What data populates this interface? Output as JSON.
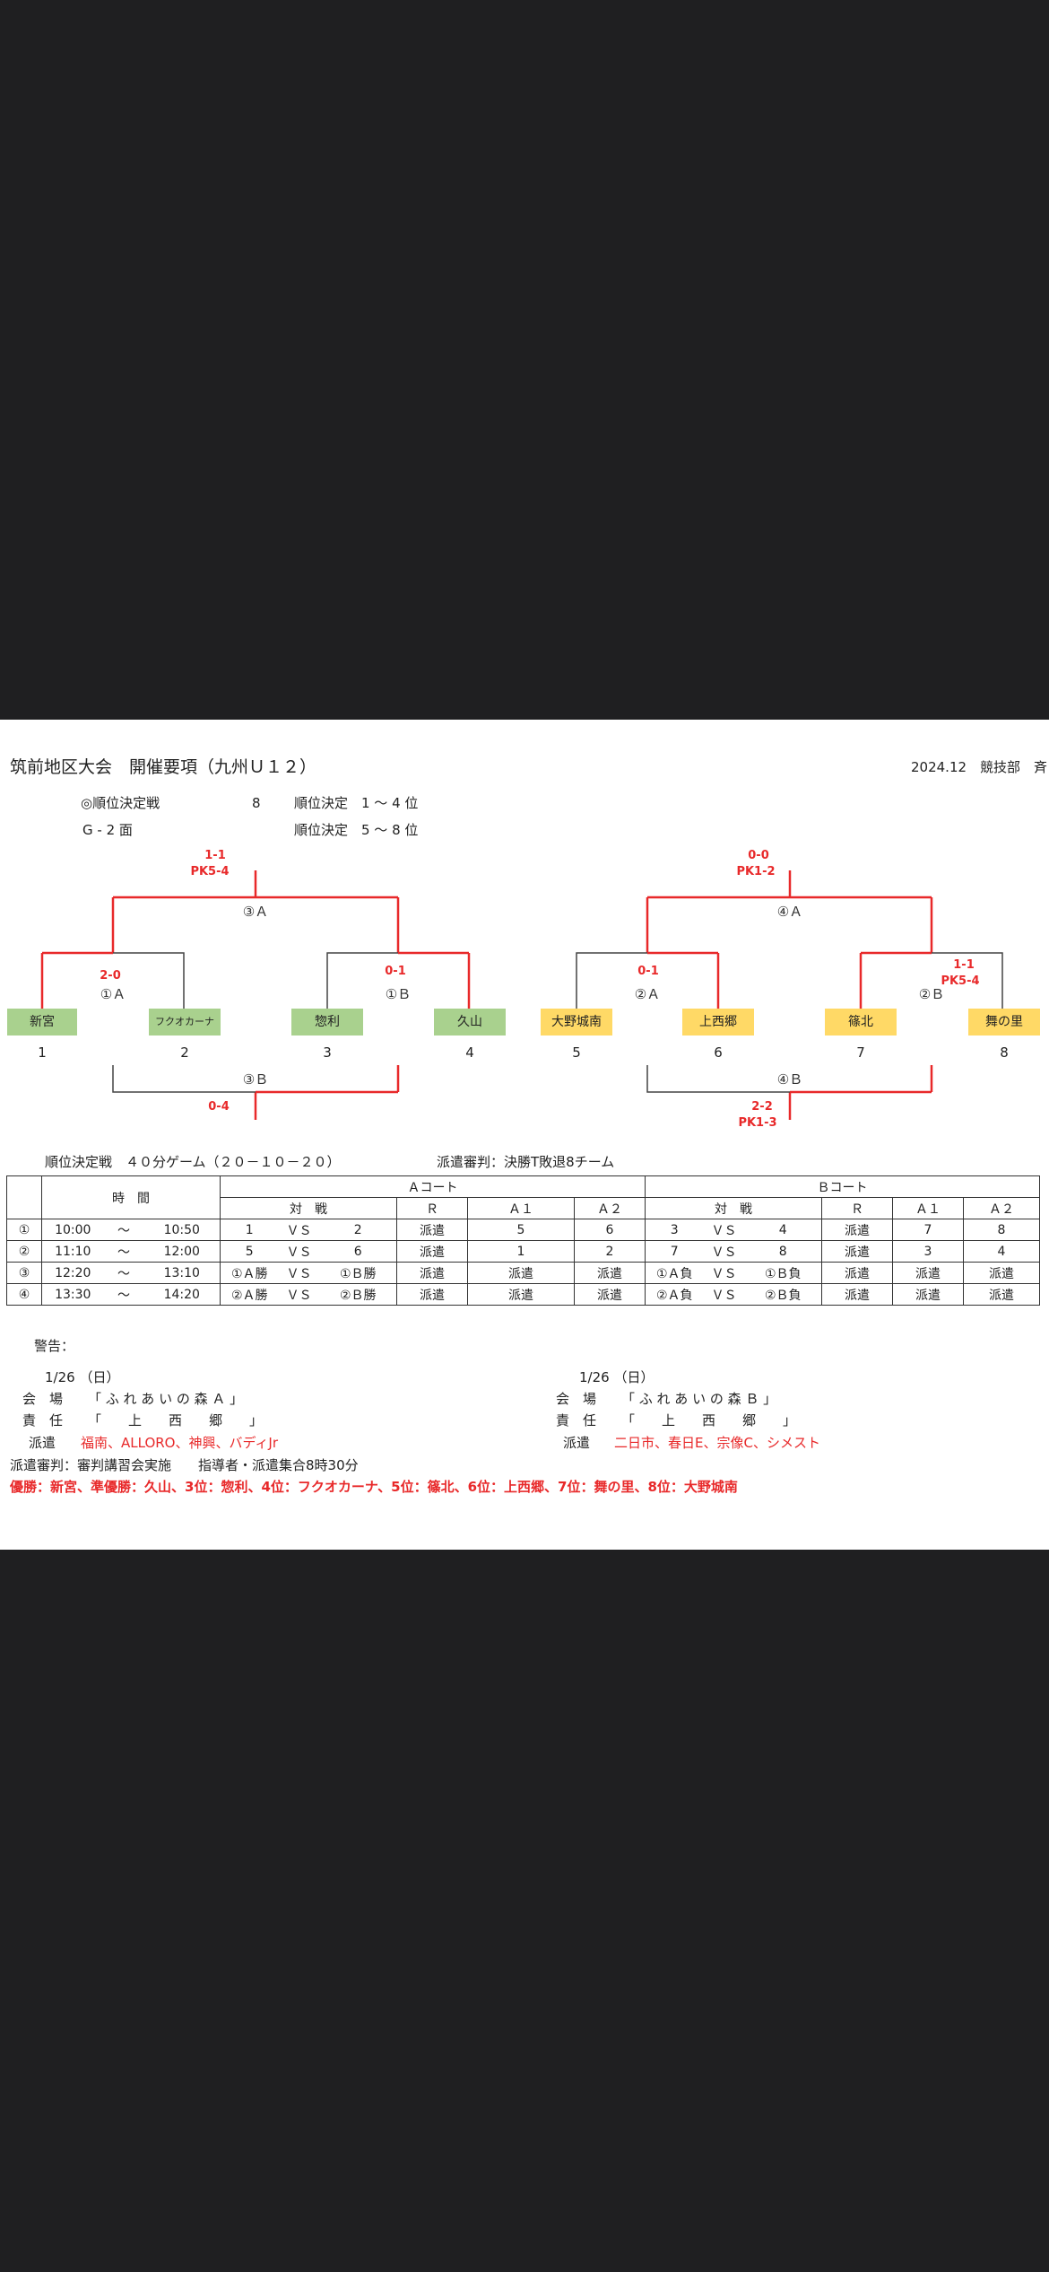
{
  "header": {
    "title": "筑前地区大会　開催要項（九州Ｕ１２）",
    "date_org": "2024.12　競技部　斉",
    "line1_label": "◎順位決定戦",
    "line1_count": "8",
    "line1_desc": "順位決定　1 〜 4 位",
    "line2_label": "G - 2 面",
    "line2_desc": "順位決定　5 〜 8 位"
  },
  "bracket": {
    "teams": [
      {
        "name": "新宮",
        "num": "1",
        "color": "#a9d18e"
      },
      {
        "name": "フクオカーナ",
        "num": "2",
        "color": "#a9d18e"
      },
      {
        "name": "惣利",
        "num": "3",
        "color": "#a9d18e"
      },
      {
        "name": "久山",
        "num": "4",
        "color": "#a9d18e"
      },
      {
        "name": "大野城南",
        "num": "5",
        "color": "#ffd966"
      },
      {
        "name": "上西郷",
        "num": "6",
        "color": "#ffd966"
      },
      {
        "name": "篠北",
        "num": "7",
        "color": "#ffd966"
      },
      {
        "name": "舞の里",
        "num": "8",
        "color": "#ffd966"
      }
    ],
    "labels": {
      "m1a": "①Ａ",
      "m1b": "①Ｂ",
      "m2a": "②Ａ",
      "m2b": "②Ｂ",
      "m3a": "③Ａ",
      "m3b": "③Ｂ",
      "m4a": "④Ａ",
      "m4b": "④Ｂ"
    },
    "scores": {
      "m3a_1": "1-1",
      "m3a_2": "PK5-4",
      "m4a": "0-0",
      "m4a_pk": "PK1-2",
      "m1a": "2-0",
      "m1b": "0-1",
      "m2a": "0-1",
      "m2b_1": "1-1",
      "m2b_2": "PK5-4",
      "m3b": "0-4",
      "m4b": "2-2",
      "m4b_pk": "PK1-3"
    },
    "accent_color": "#e8292a"
  },
  "schedule_info": {
    "game_format": "順位決定戦　４０分ゲーム（２０－１０－２０）",
    "referee": "派遣審判：決勝T敗退8チーム"
  },
  "table": {
    "time_header": "時　間",
    "court_a": "Ａコート",
    "court_b": "Ｂコート",
    "match_header": "対　戦",
    "r": "Ｒ",
    "a1": "Ａ１",
    "a2": "Ａ２",
    "rows": [
      {
        "no": "①",
        "start": "10:00",
        "tilde": "〜",
        "end": "10:50",
        "a_home": "1",
        "a_vs": "ＶＳ",
        "a_away": "2",
        "a_r": "派遣",
        "a_a1": "5",
        "a_a2": "6",
        "b_home": "3",
        "b_vs": "ＶＳ",
        "b_away": "4",
        "b_r": "派遣",
        "b_a1": "7",
        "b_a2": "8"
      },
      {
        "no": "②",
        "start": "11:10",
        "tilde": "〜",
        "end": "12:00",
        "a_home": "5",
        "a_vs": "ＶＳ",
        "a_away": "6",
        "a_r": "派遣",
        "a_a1": "1",
        "a_a2": "2",
        "b_home": "7",
        "b_vs": "ＶＳ",
        "b_away": "8",
        "b_r": "派遣",
        "b_a1": "3",
        "b_a2": "4"
      },
      {
        "no": "③",
        "start": "12:20",
        "tilde": "〜",
        "end": "13:10",
        "a_home": "①Ａ勝",
        "a_vs": "ＶＳ",
        "a_away": "①Ｂ勝",
        "a_r": "派遣",
        "a_a1": "派遣",
        "a_a2": "派遣",
        "b_home": "①Ａ負",
        "b_vs": "ＶＳ",
        "b_away": "①Ｂ負",
        "b_r": "派遣",
        "b_a1": "派遣",
        "b_a2": "派遣"
      },
      {
        "no": "④",
        "start": "13:30",
        "tilde": "〜",
        "end": "14:20",
        "a_home": "②Ａ勝",
        "a_vs": "ＶＳ",
        "a_away": "②Ｂ勝",
        "a_r": "派遣",
        "a_a1": "派遣",
        "a_a2": "派遣",
        "b_home": "②Ａ負",
        "b_vs": "ＶＳ",
        "b_away": "②Ｂ負",
        "b_r": "派遣",
        "b_a1": "派遣",
        "b_a2": "派遣"
      }
    ]
  },
  "footer": {
    "warning": "警告：",
    "left": {
      "date": "1/26 （日）",
      "venue_label": "会　場",
      "venue": "「 ふ れ あ い の 森 Ａ 」",
      "resp_label": "責　任",
      "resp": "「　　上　　西　　郷　　」",
      "dispatch_label": "派遣",
      "dispatch": "福南、ALLORO、神興、バディJr"
    },
    "right": {
      "date": "1/26 （日）",
      "venue_label": "会　場",
      "venue": "「 ふ れ あ い の 森 Ｂ 」",
      "resp_label": "責　任",
      "resp": "「　　上　　西　　郷　　」",
      "dispatch_label": "派遣",
      "dispatch": "二日市、春日E、宗像C、シメスト"
    },
    "note": "派遣審判：審判講習会実施　　指導者・派遣集合8時30分",
    "result": "優勝：新宮、準優勝：久山、3位：惣利、4位：フクオカーナ、5位：篠北、6位：上西郷、7位：舞の里、8位：大野城南"
  }
}
